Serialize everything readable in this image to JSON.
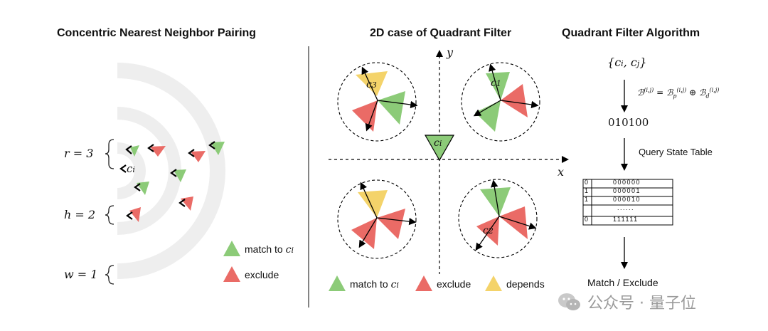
{
  "panel_left": {
    "title": "Concentric Nearest Neighbor Pairing",
    "params": {
      "r": "r = 3",
      "h": "h = 2",
      "w": "w = 1"
    },
    "center_label": "c",
    "center_sub": "i",
    "legend": {
      "match": "match to",
      "match_var": "c",
      "match_sub": "i",
      "exclude": "exclude"
    }
  },
  "panel_middle": {
    "title": "2D case of Quadrant Filter",
    "axis_x": "x",
    "axis_y": "y",
    "center_label": "c",
    "center_sub": "i",
    "labels": {
      "c1": "c",
      "c1_sub": "1",
      "c2": "c",
      "c2_sub": "2",
      "c3": "c",
      "c3_sub": "3"
    },
    "legend": {
      "match": "match to",
      "match_var": "c",
      "match_sub": "i",
      "exclude": "exclude",
      "depends": "depends"
    }
  },
  "panel_right": {
    "title": "Quadrant Filter Algorithm",
    "input": "{c_i, c_j}",
    "formula": "B^(i,j) = B_p^(i,j) ⊕ B_d^(i,j)",
    "bits": "010100",
    "query": "Query State Table",
    "table": [
      {
        "flag": "0",
        "code": "000000"
      },
      {
        "flag": "1",
        "code": "000001"
      },
      {
        "flag": "1",
        "code": "000010"
      },
      {
        "flag": "",
        "code": "......"
      },
      {
        "flag": "0",
        "code": "111111"
      }
    ],
    "result": "Match / Exclude"
  },
  "watermark": "公众号 · 量子位",
  "colors": {
    "green": "#8ccb78",
    "red": "#ea6b66",
    "yellow": "#f4d36a",
    "ring": "#eeeeee"
  }
}
